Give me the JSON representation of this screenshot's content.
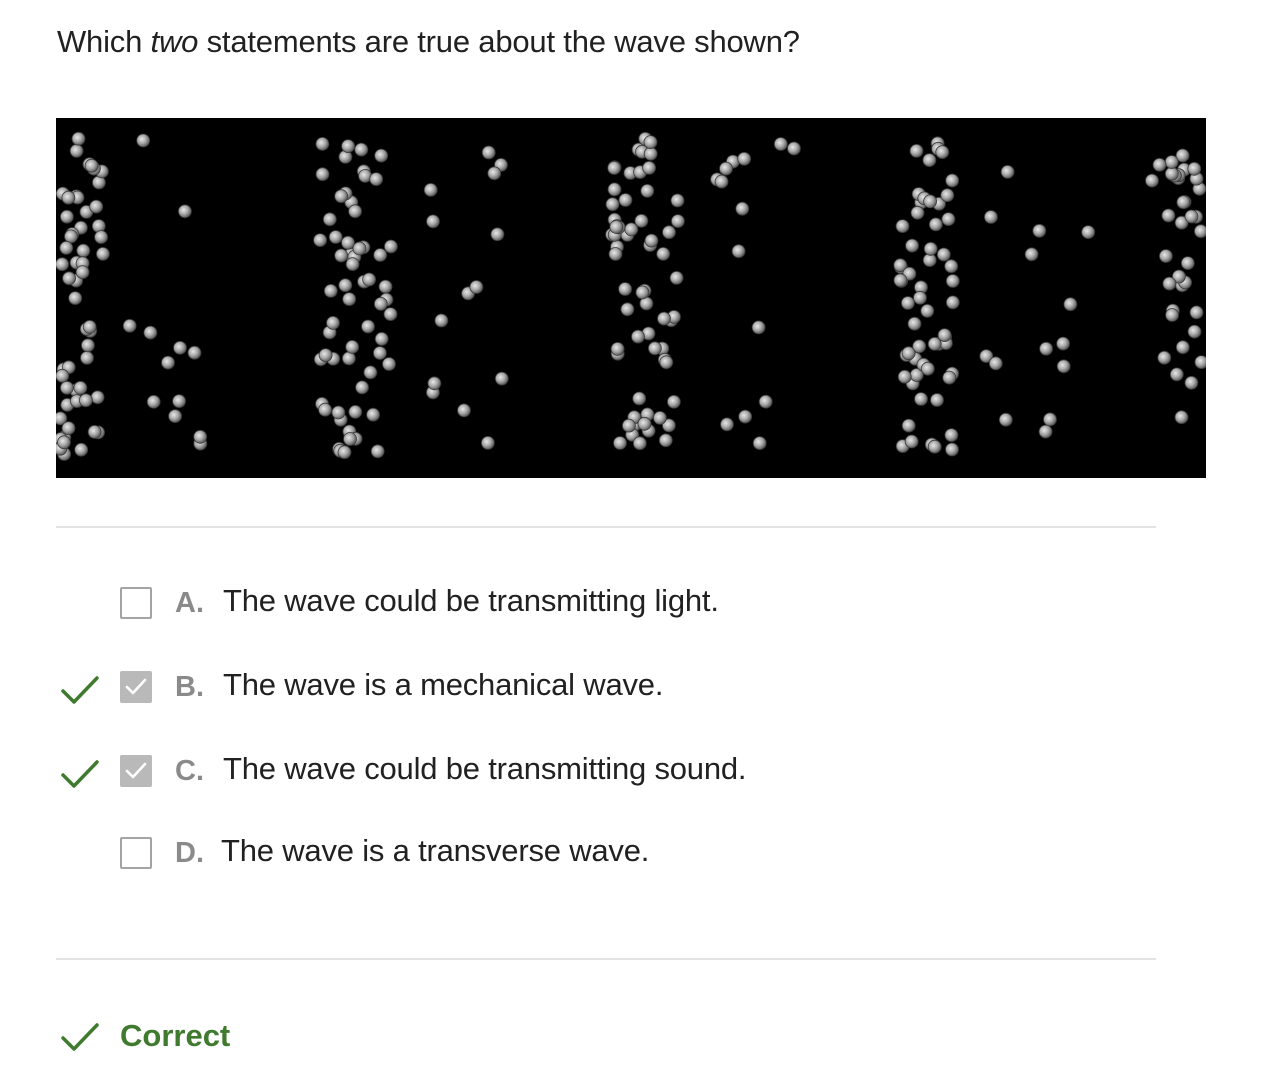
{
  "question": {
    "prefix": "Which ",
    "emphasis": "two",
    "suffix": " statements are true about the wave shown?"
  },
  "figure": {
    "description_icon": "particle-compression-wave-image"
  },
  "options": [
    {
      "letter": "A.",
      "text": "The wave could be transmitting light.",
      "checked": false,
      "marked_correct": false
    },
    {
      "letter": "B.",
      "text": "The wave is a mechanical wave.",
      "checked": true,
      "marked_correct": true
    },
    {
      "letter": "C.",
      "text": "The wave could be transmitting sound.",
      "checked": true,
      "marked_correct": true
    },
    {
      "letter": "D.",
      "text": "The wave is a transverse wave.",
      "checked": false,
      "marked_correct": false
    }
  ],
  "result": {
    "label": "Correct",
    "icon": "check-icon"
  },
  "colors": {
    "correct_green": "#3f7a2e",
    "checkbox_checked": "#b9b9b9",
    "divider": "#e3e3e3"
  }
}
